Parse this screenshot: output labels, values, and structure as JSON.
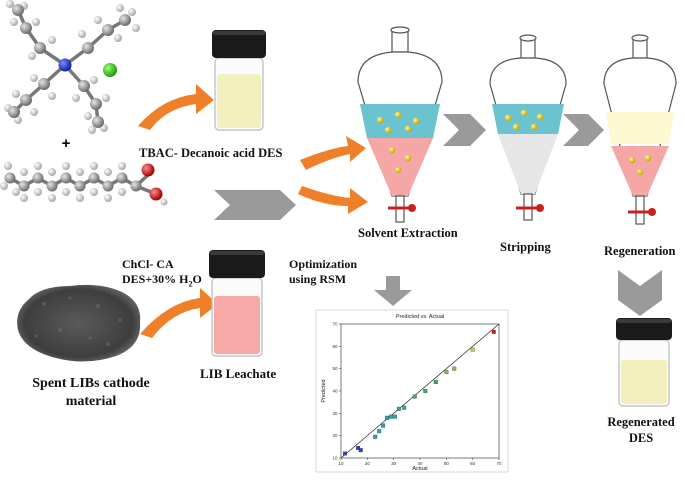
{
  "labels": {
    "molecule_plus": "+",
    "des_name": "TBAC- Decanoic acid DES",
    "chcl_line1": "ChCl- CA",
    "chcl_line2_pre": "DES+30% H",
    "chcl_line2_sub": "2",
    "chcl_line2_post": "O",
    "optimization_line1": "Optimization",
    "optimization_line2": "using RSM",
    "solvent_extraction": "Solvent Extraction",
    "stripping": "Stripping",
    "regeneration": "Regeneration",
    "spent_line1": "Spent LIBs cathode",
    "spent_line2": "material",
    "lib_leachate": "LIB Leachate",
    "regenerated_line1": "Regenerated",
    "regenerated_line2": "DES"
  },
  "colors": {
    "arrow_orange": "#F07F2A",
    "arrow_gray": "#9A9A9A",
    "vial_cap": "#1a1a1a",
    "vial_yellow_liquid": "#F3F0BE",
    "vial_pink_liquid": "#F6A9A7",
    "funnel_blue_phase": "#6CC3D0",
    "funnel_pink_phase": "#F5A6A6",
    "funnel_yellow_phase": "#FBF8D2",
    "stopcock_red": "#CC1F1F",
    "cathode_powder": "#4a4a4a"
  },
  "chart_data": {
    "type": "scatter",
    "title": "Predicted vs. Actual",
    "xlabel": "Actual",
    "ylabel": "Predicted",
    "xlim": [
      10,
      70
    ],
    "ylim": [
      10,
      70
    ],
    "xticks": [
      "10",
      "20",
      "30",
      "40",
      "50",
      "60",
      "70"
    ],
    "yticks": [
      "10",
      "20",
      "30",
      "40",
      "50",
      "60",
      "70"
    ],
    "fit_line": [
      [
        10,
        10
      ],
      [
        70,
        70
      ]
    ],
    "points": [
      {
        "x": 11.5,
        "y": 12,
        "color": "#2a3dd6"
      },
      {
        "x": 16.5,
        "y": 14.5,
        "color": "#2a3dd6"
      },
      {
        "x": 17.5,
        "y": 13.5,
        "color": "#2a3dd6"
      },
      {
        "x": 23,
        "y": 19.5,
        "color": "#2aa0c0"
      },
      {
        "x": 24.5,
        "y": 22,
        "color": "#2aa0c0"
      },
      {
        "x": 26,
        "y": 24.5,
        "color": "#2aa0c0"
      },
      {
        "x": 27.5,
        "y": 28,
        "color": "#2aa0c0"
      },
      {
        "x": 29,
        "y": 28.5,
        "color": "#2ab0a0"
      },
      {
        "x": 30.5,
        "y": 28.5,
        "color": "#2ab0a0"
      },
      {
        "x": 32,
        "y": 32,
        "color": "#2ab0a0"
      },
      {
        "x": 34,
        "y": 32.5,
        "color": "#2ab0a0"
      },
      {
        "x": 38,
        "y": 37.5,
        "color": "#3cb060"
      },
      {
        "x": 42,
        "y": 40,
        "color": "#3cb060"
      },
      {
        "x": 46,
        "y": 44,
        "color": "#3cb060"
      },
      {
        "x": 50,
        "y": 48.5,
        "color": "#8cc040"
      },
      {
        "x": 53,
        "y": 50,
        "color": "#8cc040"
      },
      {
        "x": 60,
        "y": 58.5,
        "color": "#c8d040"
      },
      {
        "x": 68,
        "y": 66.5,
        "color": "#c02020"
      }
    ]
  }
}
